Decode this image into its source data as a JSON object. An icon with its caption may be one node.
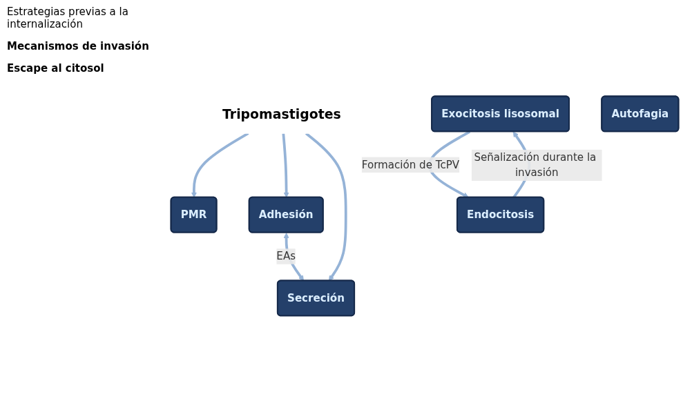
{
  "diagram": {
    "nodes": [
      {
        "text": [
          "Tripomastigotes"
        ]
      },
      {
        "text": [
          "PMR"
        ]
      },
      {
        "text": [
          "Adhesión"
        ]
      },
      {
        "text": [
          "Secreción"
        ]
      },
      {
        "text": [
          "Exocitosis lisosomal"
        ]
      },
      {
        "text": [
          "Autofagia"
        ]
      },
      {
        "text": [
          "Endocitosis"
        ]
      }
    ],
    "edges": [
      {
        "from": 0,
        "to": 1,
        "arrow": "to"
      },
      {
        "from": 0,
        "to": 2,
        "arrow": "to"
      },
      {
        "from": 0,
        "to": 3,
        "arrow": "to"
      },
      {
        "from": 2,
        "to": 3,
        "arrow": "both",
        "label": "EAs"
      },
      {
        "from": 6,
        "to": 4,
        "arrow": "to",
        "label": "Señalización durante la invasión"
      },
      {
        "from": 4,
        "to": 6,
        "arrow": "to",
        "label": "Formación de TcPV"
      }
    ],
    "labels": [
      "Estrategias previas a la internalización",
      "Mecanismos de invasión",
      "Escape al citosol"
    ]
  }
}
